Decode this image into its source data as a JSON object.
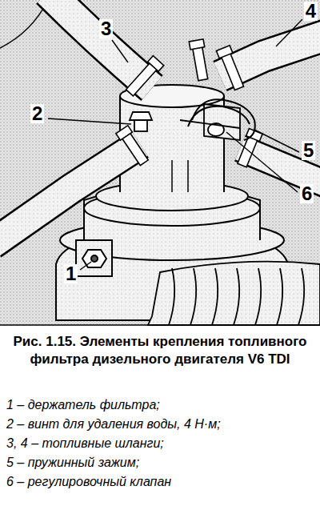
{
  "diagram": {
    "caption": "Рис. 1.15. Элементы крепления топливного фильтра дизельного двигателя V6 TDI",
    "labels": [
      "4",
      "3",
      "2",
      "5",
      "6",
      "1",
      "1 – держатель фильтра;",
      "2 – винт для удаления воды, 4 Н·м;",
      "3, 4 – топливные шланги;",
      "5 – пружинный зажим;",
      "6 – регулировочный клапан"
    ]
  }
}
